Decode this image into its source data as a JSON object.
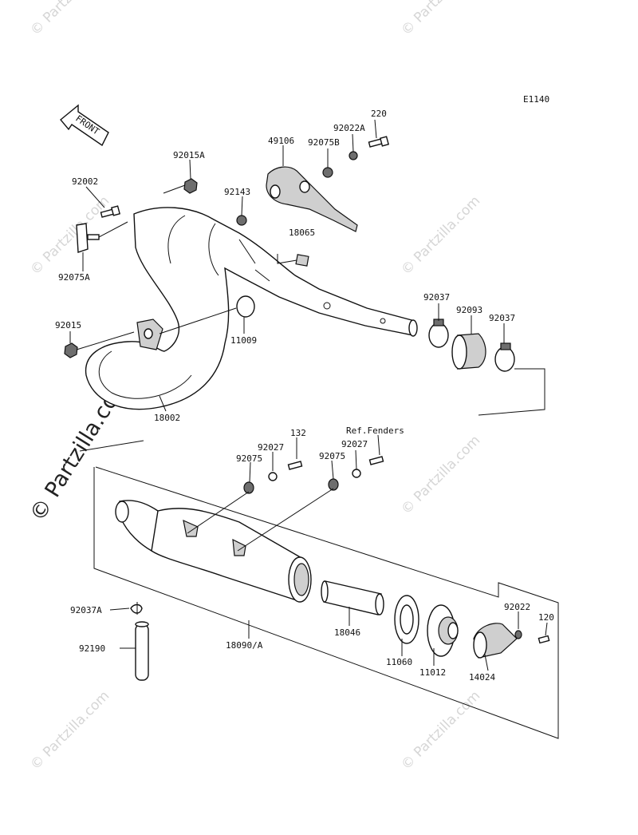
{
  "diagram": {
    "code": "E1140",
    "front_label": "FRONT",
    "ref_fenders": "Ref.Fenders",
    "copyright": "© Partzilla.com",
    "watermark": "© Partzilla.com"
  },
  "parts": {
    "p220": "220",
    "p92022A": "92022A",
    "p92075B": "92075B",
    "p49106": "49106",
    "p92015A": "92015A",
    "p92002": "92002",
    "p92143": "92143",
    "p18065": "18065",
    "p92075A": "92075A",
    "p92015": "92015",
    "p11009": "11009",
    "p18002": "18002",
    "p92037a": "92037",
    "p92093": "92093",
    "p92037b": "92037",
    "p132": "132",
    "p92027a": "92027",
    "p92075a": "92075",
    "p92027b": "92027",
    "p92075b": "92075",
    "p92037A": "92037A",
    "p92190": "92190",
    "p18090A": "18090/A",
    "p18046": "18046",
    "p11060": "11060",
    "p11012": "11012",
    "p14024": "14024",
    "p92022": "92022",
    "p120": "120"
  }
}
